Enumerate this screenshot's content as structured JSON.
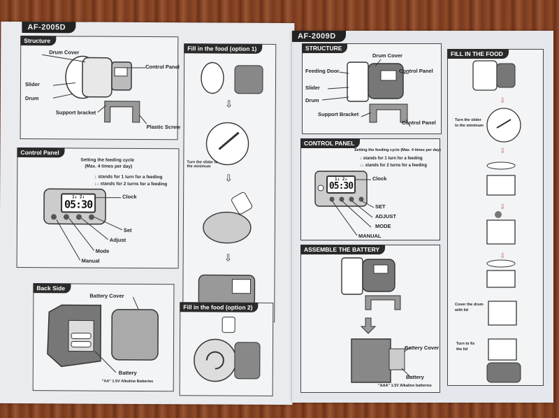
{
  "left_sheet": {
    "model": "AF-2005D",
    "structure": {
      "title": "Structure",
      "labels": {
        "drum_cover": "Drum Cover",
        "control_panel": "Control Panel",
        "slider": "Slider",
        "drum": "Drum",
        "support_bracket": "Support bracket",
        "plastic_screw": "Plastic Screw"
      }
    },
    "fill_option1": {
      "title": "Fill in the food (option 1)",
      "note": "Turn the slider to the minimum"
    },
    "control_panel": {
      "title": "Control Panel",
      "line1": "Setting the feeding cycle",
      "line2": "(Max. 4 times per day)",
      "line3": "↓ stands for 1 turn for a feeding",
      "line4": "↓↓ stands for 2 turns for a feeding",
      "display_top": "1↓ 2↓",
      "display_digits": "05:30",
      "clock": "Clock",
      "set": "Set",
      "adjust": "Adjust",
      "mode": "Mode",
      "manual": "Manual"
    },
    "back_side": {
      "title": "Back Side",
      "battery_cover": "Battery Cover",
      "battery": "Battery",
      "battery_note": "\"AA\" 1.5V Alkaline Batteries"
    },
    "fill_option2": {
      "title": "Fill in the food (option 2)"
    }
  },
  "right_sheet": {
    "model": "AF-2009D",
    "structure": {
      "title": "STRUCTURE",
      "labels": {
        "drum_cover": "Drum Cover",
        "feeding_door": "Feeding Door",
        "control_panel": "Control Panel",
        "slider": "Slider",
        "drum": "Drum",
        "support_bracket": "Support Bracket",
        "control_panel2": "Control Panel"
      }
    },
    "control_panel": {
      "title": "CONTROL PANEL",
      "line1": "Setting the feeding cycle (Max. 4 times per day)",
      "line2": "↓ stands for 1 turn for a feeding",
      "line3": "↓↓ stands for 2 turns for a feeding",
      "display_top": "1↓ 2↓",
      "display_digits": "05:30",
      "clock": "Clock",
      "set": "SET",
      "adjust": "ADJUST",
      "mode": "MODE",
      "manual": "MANUAL"
    },
    "battery": {
      "title": "ASSEMBLE THE BATTERY",
      "battery_cover": "Battery Cover",
      "battery": "Battery",
      "battery_note": "\"AAA\" 1.5V Alkaline batteries"
    },
    "fill": {
      "title": "FILL IN THE FOOD",
      "step1": "Turn the slider",
      "step1b": "to the minimum",
      "step2": "Cover the drum",
      "step2b": "with lid",
      "step3": "Turn to fix",
      "step3b": "the lid"
    }
  }
}
